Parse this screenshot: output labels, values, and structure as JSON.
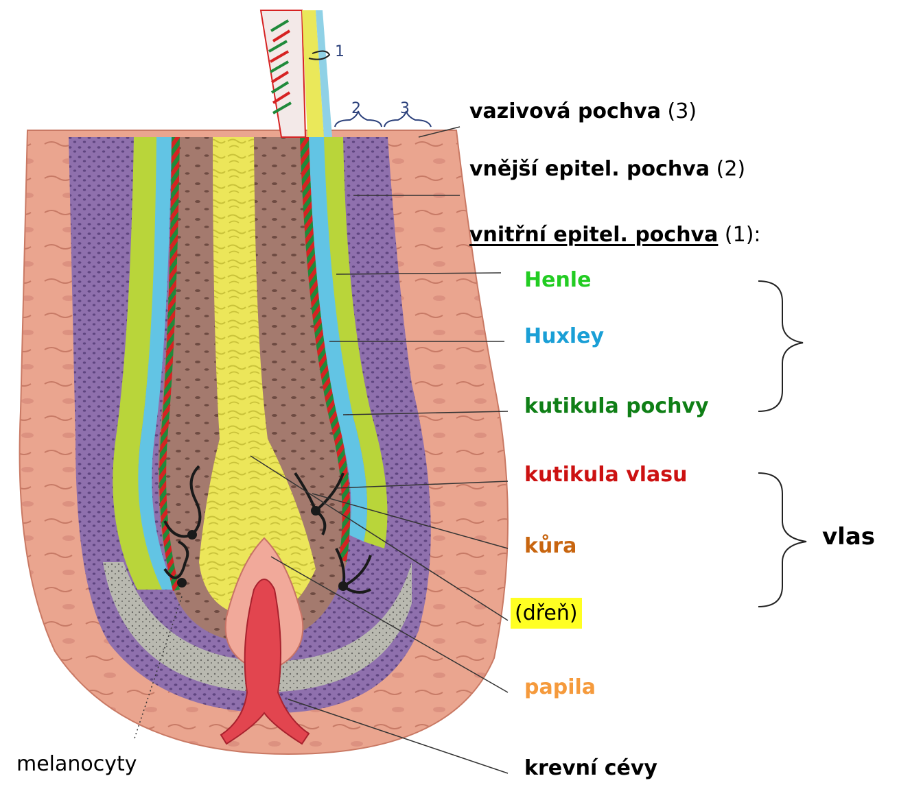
{
  "labels": {
    "vazivova_bold": "vazivová pochva",
    "vazivova_num": "(3)",
    "vnejsi_bold": "vnější epitel. pochva",
    "vnejsi_num": "(2)",
    "vnitrni_bold": "vnitřní epitel. pochva",
    "vnitrni_num": "(1):",
    "henle": "Henle",
    "huxley": "Huxley",
    "kutikula_pochvy": "kutikula pochvy",
    "kutikula_vlasu": "kutikula vlasu",
    "kura": "kůra",
    "dren": "(dřeň)",
    "papila": "papila",
    "krevni_cevy": "krevní cévy",
    "vlas": "vlas",
    "melanocyty": "melanocyty"
  },
  "drawing_marks": {
    "one": "1",
    "two": "2",
    "three": "3"
  },
  "colors": {
    "henle": "#22cc22",
    "huxley": "#1a9fd6",
    "kutikula_pochvy": "#0f7f16",
    "kutikula_vlasu": "#cc1111",
    "kura": "#c8650f",
    "papila": "#f59a3c",
    "dren_highlight": "#ffff22",
    "connective_tissue": "#e8a08a",
    "outer_sheath": "#8e6aa8",
    "hair_cortex": "#a0766a",
    "medulla": "#eeea55"
  }
}
